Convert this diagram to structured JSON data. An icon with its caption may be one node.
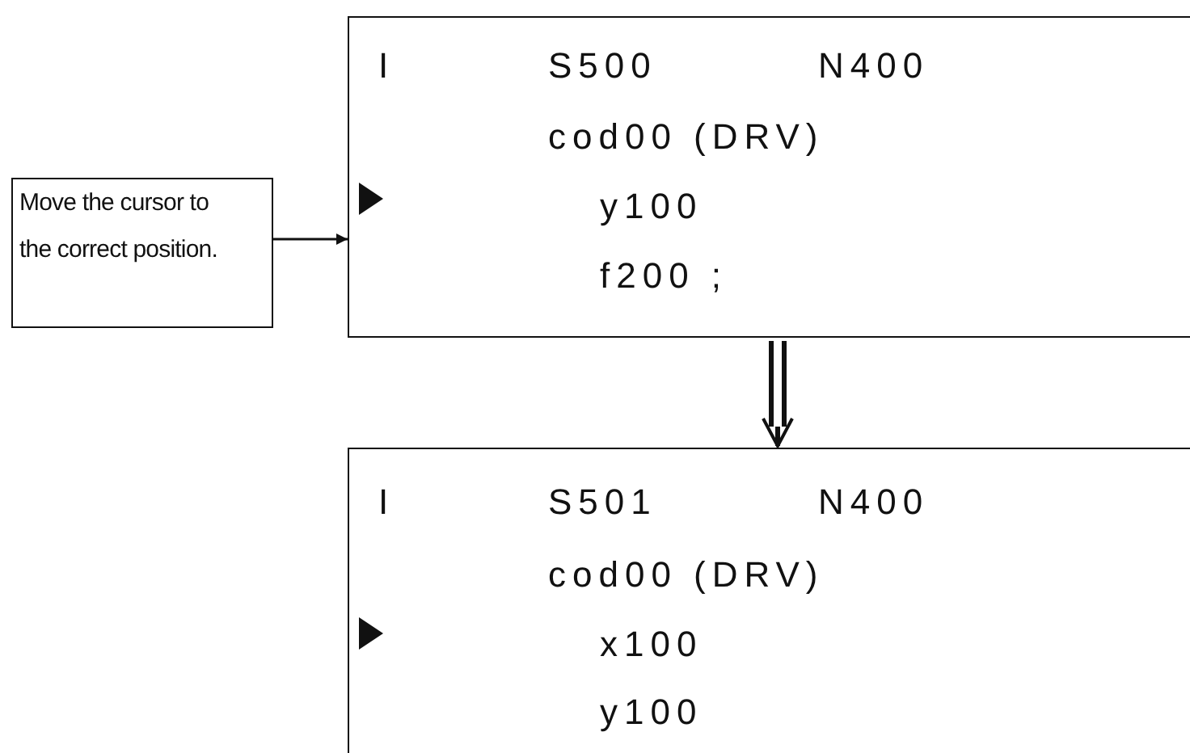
{
  "diagram": {
    "nodes": [
      {
        "text": [
          "Move the cursor to the correct position."
        ]
      },
      {
        "text": [
          "I",
          "S500",
          "N400",
          "cod00 (DRV)",
          "y100",
          "f200 ;"
        ]
      },
      {
        "text": [
          "I",
          "S501",
          "N400",
          "cod00 (DRV)",
          "x100",
          "y100"
        ]
      }
    ],
    "edges": [
      {
        "from": 0,
        "to": 1,
        "arrow": "to"
      },
      {
        "from": 1,
        "to": 2,
        "arrow": "to",
        "style": "thick"
      }
    ]
  }
}
